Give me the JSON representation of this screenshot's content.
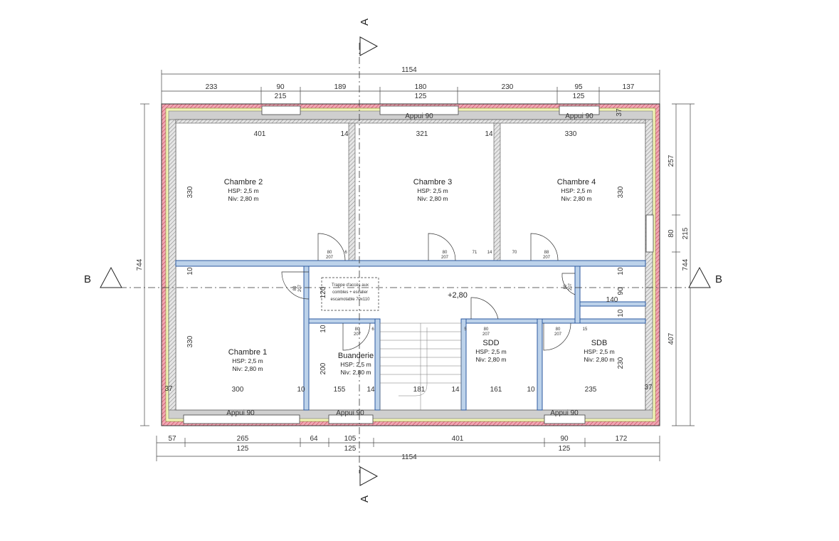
{
  "dims_top_total": "1154",
  "dims_top": [
    "233",
    "90",
    "215",
    "189",
    "180",
    "125",
    "230",
    "95",
    "125",
    "137"
  ],
  "dims_bottom": [
    "57",
    "265",
    "125",
    "64",
    "105",
    "125",
    "401",
    "90",
    "125",
    "172"
  ],
  "dims_bottom_total": "1154",
  "dims_left": "744",
  "dims_right": [
    "257",
    "80",
    "215",
    "407",
    "744"
  ],
  "section_labels": {
    "a_top": "A",
    "a_bottom": "A",
    "b_left": "B",
    "b_right": "B"
  },
  "rooms": [
    {
      "name": "Chambre 2",
      "hsp": "HSP: 2,5 m",
      "niv": "Niv: 2,80 m"
    },
    {
      "name": "Chambre 3",
      "hsp": "HSP: 2,5 m",
      "niv": "Niv: 2,80 m"
    },
    {
      "name": "Chambre 4",
      "hsp": "HSP: 2,5 m",
      "niv": "Niv: 2,80 m"
    },
    {
      "name": "Chambre 1",
      "hsp": "HSP: 2,5 m",
      "niv": "Niv: 2,80 m"
    },
    {
      "name": "Buanderie",
      "hsp": "HSP: 2,5 m",
      "niv": "Niv: 2,80 m"
    },
    {
      "name": "SDD",
      "hsp": "HSP: 2,5 m",
      "niv": "Niv: 2,80 m"
    },
    {
      "name": "SDB",
      "hsp": "HSP: 2,5 m",
      "niv": "Niv: 2,80 m"
    }
  ],
  "inner_dims": {
    "d401": "401",
    "d14a": "14",
    "d321": "321",
    "d14b": "14",
    "d330a": "330",
    "d330v1": "330",
    "d330v2": "330",
    "d80a": "80",
    "d207a": "207",
    "d6a": "6",
    "d80b": "80",
    "d207b": "207",
    "d71": "71",
    "d14c": "14",
    "d70": "70",
    "d88": "88",
    "d207c": "207",
    "d10a": "10",
    "d10b": "10",
    "d120": "120",
    "d80v": "80",
    "d207v": "207",
    "d80v2": "80",
    "d207v2": "207",
    "d90": "90",
    "d140": "140",
    "d10c": "10",
    "d10d": "10",
    "d330v3": "330",
    "d200": "200",
    "d10e": "10",
    "d230": "230",
    "d37a": "37",
    "d37b": "37",
    "d37c": "37",
    "d300": "300",
    "d10f": "10",
    "d155": "155",
    "d14d": "14",
    "d181": "181",
    "d14e": "14",
    "d161": "161",
    "d10g": "10",
    "d235": "235",
    "d80c": "80",
    "d207d": "207",
    "d6b": "6",
    "d80d": "80",
    "d207e": "207",
    "d5": "5",
    "d80e": "80",
    "d207f": "207",
    "d15": "15"
  },
  "landing_level": "+2,80",
  "trappe": [
    "Trappe d'accès aux",
    "combles + escalier",
    "escamotable 70x110"
  ],
  "appuis": [
    "Appui 90",
    "Appui 90",
    "Appui 90",
    "Appui 90",
    "Appui 90"
  ]
}
